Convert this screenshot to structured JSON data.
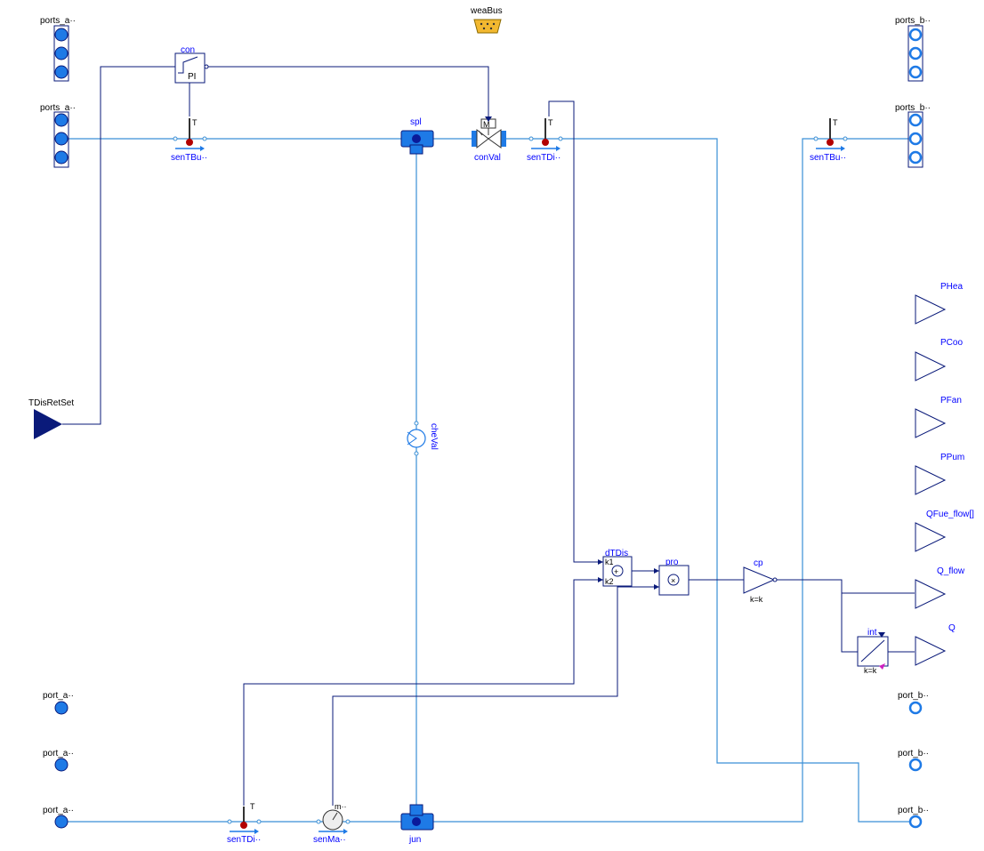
{
  "colors": {
    "fluid_line": "#3a8fd6",
    "signal_line": "#0a1a7a",
    "port_fill": "#1e7ae6",
    "label_blue": "#0000ff",
    "label_black": "#000000",
    "bus_fill": "#f2b830",
    "sensor_red": "#b30000"
  },
  "labels": {
    "ports_a_top": "ports_a··",
    "ports_a_mid": "ports_a··",
    "ports_b_top": "ports_b··",
    "ports_b_mid": "ports_b··",
    "weaBus": "weaBus",
    "con": "con",
    "con_inner": "PI",
    "spl": "spl",
    "conVal": "conVal",
    "conVal_inner": "M",
    "senTBu_left": "senTBu··",
    "senTBu_right": "senTBu··",
    "senTDi_top": "senTDi··",
    "senTDi_bottom": "senTDi··",
    "sensor_T": "T",
    "TDisRetSet": "TDisRetSet",
    "cheVal": "cheVal",
    "dTDis": "dTDis",
    "k1": "k1",
    "k2": "k2",
    "pro": "pro",
    "cp": "cp",
    "cp_param": "k=k",
    "int": "int",
    "int_param": "k=k",
    "senMa": "senMa··",
    "senMa_inner": "m··",
    "jun": "jun",
    "port_a_1": "port_a··",
    "port_a_2": "port_a··",
    "port_a_3": "port_a··",
    "port_b_1": "port_b··",
    "port_b_2": "port_b··",
    "port_b_3": "port_b··",
    "PHea": "PHea",
    "PCoo": "PCoo",
    "PFan": "PFan",
    "PPum": "PPum",
    "QFue_flow": "QFue_flow[]",
    "Q_flow": "Q_flow",
    "Q": "Q"
  }
}
